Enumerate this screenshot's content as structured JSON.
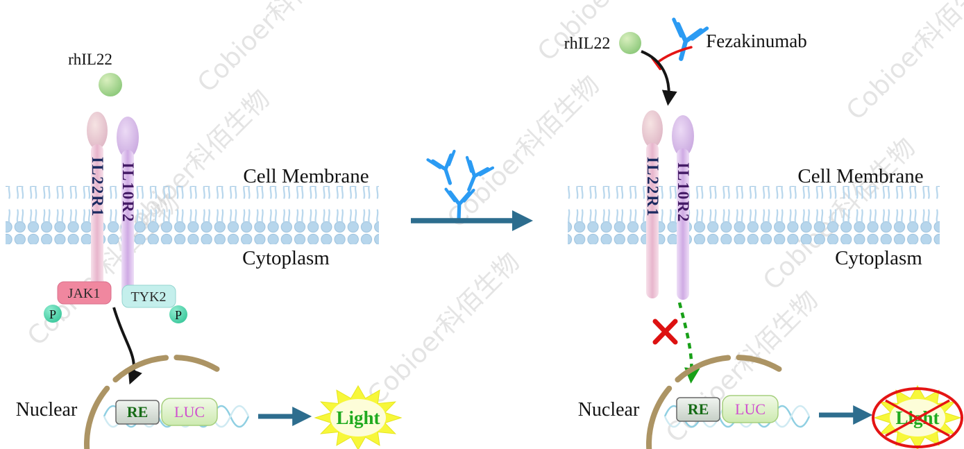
{
  "watermark": "Cobioer科佰生物",
  "panel_left": {
    "ligand": "rhIL22",
    "receptor_il22r1": "IL22R1",
    "receptor_il10r2": "IL10R2",
    "cell_membrane": "Cell Membrane",
    "cytoplasm": "Cytoplasm",
    "kinase_jak1": "JAK1",
    "kinase_tyk2": "TYK2",
    "phospho": "P",
    "nuclear": "Nuclear",
    "response_element": "RE",
    "reporter": "LUC",
    "light": "Light"
  },
  "panel_right": {
    "ligand": "rhIL22",
    "antibody": "Fezakinumab",
    "receptor_il22r1": "IL22R1",
    "receptor_il10r2": "IL10R2",
    "cell_membrane": "Cell Membrane",
    "cytoplasm": "Cytoplasm",
    "nuclear": "Nuclear",
    "response_element": "RE",
    "reporter": "LUC",
    "light": "Light"
  },
  "colors": {
    "antibody_blue": "#2b9bf3",
    "inhibition_red": "#e41414",
    "blocked_arrow_green": "#18a018",
    "flow_arrow_teal": "#2d6d8e",
    "membrane_blue": "#b7d6ec",
    "nuclear_envelope_tan": "#ac9464",
    "starburst_yellow": "#f7f73a"
  }
}
